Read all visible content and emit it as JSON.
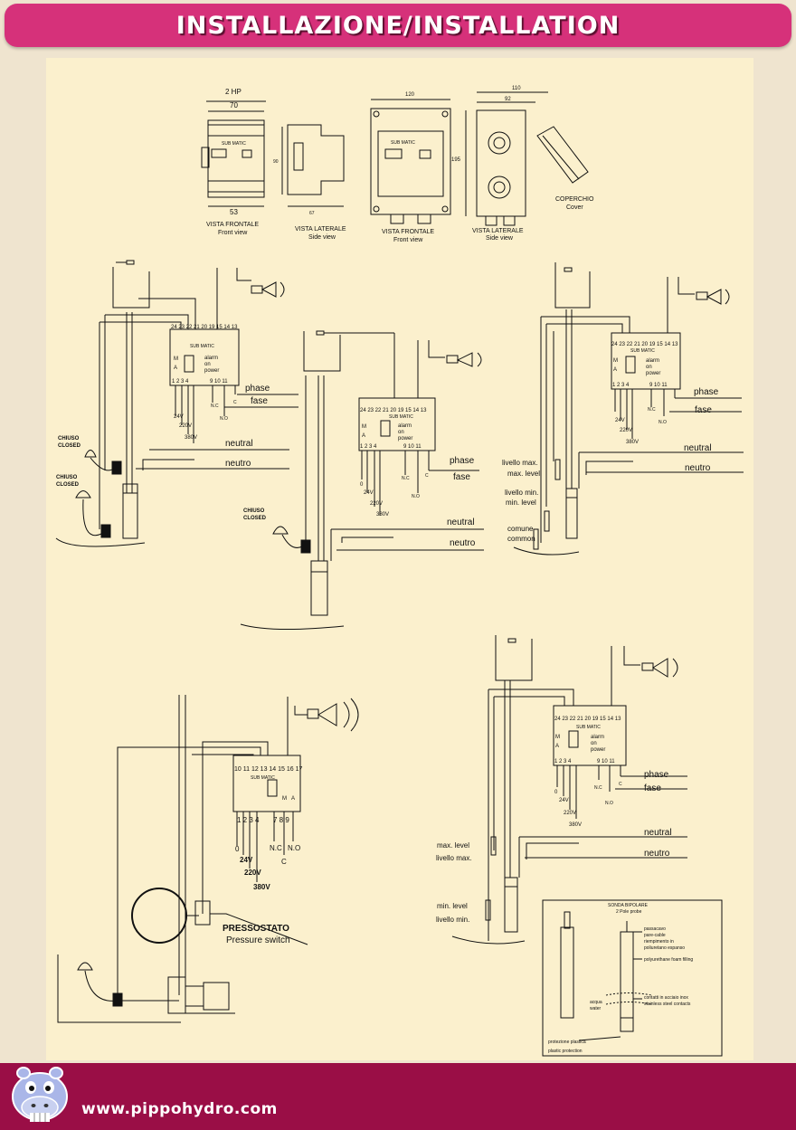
{
  "header": {
    "title": "INSTALLAZIONE/INSTALLATION"
  },
  "footer": {
    "website": "www.pippohydro.com"
  },
  "dims": {
    "d1": {
      "hp": "2 HP",
      "w": "70",
      "depth": "53",
      "h": "90",
      "side": "67"
    },
    "d2": {
      "w": "120",
      "h": "195",
      "ow": "110",
      "iw": "92"
    }
  },
  "views": {
    "front_it": "VISTA FRONTALE",
    "front_en": "Front view",
    "side_it": "VISTA LATERALE",
    "side_en": "Side view",
    "cover_it": "COPERCHIO",
    "cover_en": "Cover"
  },
  "device": {
    "brand": "SUB MATIC",
    "ma_m": "M",
    "ma_a": "A",
    "alarm": "alarm",
    "on": "on",
    "power": "power",
    "top_terminals": "24 23 22 21 20 19 15 14 13",
    "top_terminals_ps": "10 11 12 13 14 15 16 17",
    "bottom_terminals": "1  2  3  4",
    "bottom_terminals_2": "9  10  11",
    "bottom_terminals_ps": "1  2  3  4",
    "bottom_terminals_ps_2": "7  8  9"
  },
  "labels": {
    "phase": "phase",
    "fase": "fase",
    "neutral": "neutral",
    "neutro": "neutro",
    "closed_it": "CHIUSO",
    "closed_en": "CLOSED",
    "v24": "24V",
    "v220": "220V",
    "v380": "380V",
    "zero": "0",
    "nc": "N.C",
    "no": "N.O",
    "c": "C",
    "max_it": "livello max.",
    "max_en": "max. level",
    "min_it": "livello min.",
    "min_en": "min. level",
    "common_it": "comune",
    "common_en": "common",
    "max_en2": "max. level",
    "max_it2": "livello max.",
    "min_en2": "min. level",
    "min_it2": "livello min.",
    "pressostato": "PRESSOSTATO",
    "pressure_switch": "Pressure switch"
  },
  "probe": {
    "title": "SONDA BIPOLARE",
    "subtitle": "2 Pole probe",
    "l1": "passacavo",
    "l2": "pare-cable",
    "l3": "riempimento in",
    "l4": "poliuretano espanso",
    "l5": "polyurethane foam filling",
    "l6": "contatti in acciaio inox",
    "l7": "stainless steel contacts",
    "l8": "acqua",
    "l9": "water",
    "l10": "protezione plastica",
    "l11": "plastic protection"
  },
  "colors": {
    "header": "#d6317a",
    "footer": "#9a0e46",
    "panel": "#fbf0cd"
  }
}
